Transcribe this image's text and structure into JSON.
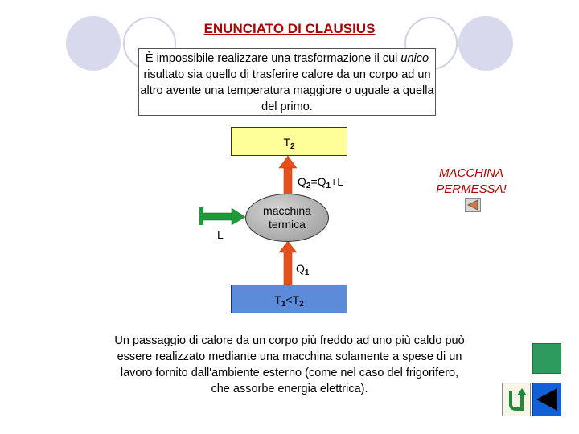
{
  "title": "ENUNCIATO DI CLAUSIUS",
  "statement": {
    "part1": "È impossibile realizzare una trasformazione il cui ",
    "emphasis": "unico",
    "part2": " risultato sia quello di trasferire calore da un corpo ad un altro avente una temperatura maggiore o uguale a quella del primo."
  },
  "diagram": {
    "hot_reservoir": {
      "symbol": "T",
      "sub": "2"
    },
    "cold_reservoir": {
      "symbol_a": "T",
      "sub_a": "1",
      "op": "<T",
      "sub_b": "2"
    },
    "machine_label_1": "macchina",
    "machine_label_2": "termica",
    "q2_label": {
      "a": "Q",
      "a_sub": "2",
      "b": "=Q",
      "b_sub": "1",
      "c": "+L"
    },
    "q1_label": {
      "a": "Q",
      "a_sub": "1"
    },
    "work_label": "L",
    "verdict_1": "MACCHINA",
    "verdict_2": "PERMESSA!"
  },
  "caption": "Un passaggio di calore da un corpo più freddo ad uno più caldo può essere realizzato mediante una macchina solamente a spese di un lavoro fornito dall'ambiente esterno (come nel caso del frigorifero, che assorbe energia elettrica).",
  "colors": {
    "title": "#b00000",
    "hot_reservoir": "#ffff99",
    "cold_reservoir": "#5b8bd9",
    "heat_arrow": "#e8501a",
    "work_arrow": "#1f9a3a",
    "decor_circles": "#d9d9ee",
    "nav_green": "#2e9a5e",
    "nav_blue": "#1060d8"
  },
  "icons": [
    "sound-icon",
    "return-icon",
    "back-arrow-icon"
  ]
}
